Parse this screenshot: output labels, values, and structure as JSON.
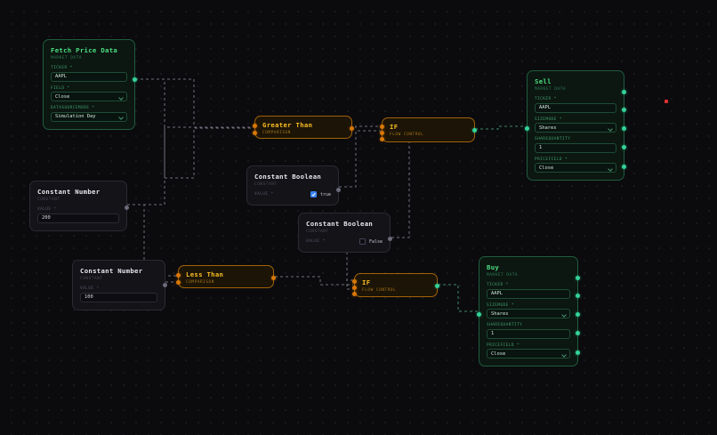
{
  "canvas": {
    "background": "#0b0b0e",
    "grid_color": "#1c1c24"
  },
  "colors": {
    "green": "#4ade80",
    "amber": "#fbbf24",
    "port_green": "#34d399",
    "port_amber": "#d97706",
    "marker_red": "#e03131"
  },
  "nodes": [
    {
      "id": "fetch-price-data",
      "title": "Fetch Price Data",
      "subtitle": "MARKET DATA",
      "fields": [
        {
          "label": "TICKER *",
          "value": "AAPL",
          "type": "text"
        },
        {
          "label": "FIELD *",
          "value": "Close",
          "type": "select"
        },
        {
          "label": "DATASOURCEMODE *",
          "value": "Simulation Day",
          "type": "select"
        }
      ]
    },
    {
      "id": "constant-number-200",
      "title": "Constant Number",
      "subtitle": "CONSTANT",
      "fields": [
        {
          "label": "VALUE *",
          "value": "200",
          "type": "text"
        }
      ]
    },
    {
      "id": "constant-number-100",
      "title": "Constant Number",
      "subtitle": "CONSTANT",
      "fields": [
        {
          "label": "VALUE *",
          "value": "100",
          "type": "text"
        }
      ]
    },
    {
      "id": "constant-boolean-true",
      "title": "Constant Boolean",
      "subtitle": "CONSTANT",
      "fields": [
        {
          "label": "VALUE *",
          "value": "true",
          "type": "checkbox",
          "checked": true
        }
      ]
    },
    {
      "id": "constant-boolean-false",
      "title": "Constant Boolean",
      "subtitle": "CONSTANT",
      "fields": [
        {
          "label": "VALUE *",
          "value": "False",
          "type": "checkbox",
          "checked": false
        }
      ]
    },
    {
      "id": "greater-than",
      "title": "Greater Than",
      "subtitle": "COMPARISON"
    },
    {
      "id": "less-than",
      "title": "Less Than",
      "subtitle": "COMPARISON"
    },
    {
      "id": "if-top",
      "title": "IF",
      "subtitle": "FLOW CONTROL"
    },
    {
      "id": "if-bottom",
      "title": "IF",
      "subtitle": "FLOW CONTROL"
    },
    {
      "id": "sell",
      "title": "Sell",
      "subtitle": "MARKET DATA",
      "fields": [
        {
          "label": "TICKER *",
          "value": "AAPL",
          "type": "text"
        },
        {
          "label": "SIZEMODE *",
          "value": "Shares",
          "type": "select"
        },
        {
          "label": "SHAREQUANTITY",
          "value": "1",
          "type": "text"
        },
        {
          "label": "PRICEFIELD *",
          "value": "Close",
          "type": "select"
        }
      ]
    },
    {
      "id": "buy",
      "title": "Buy",
      "subtitle": "MARKET DATA",
      "fields": [
        {
          "label": "TICKER *",
          "value": "AAPL",
          "type": "text"
        },
        {
          "label": "SIZEMODE *",
          "value": "Shares",
          "type": "select"
        },
        {
          "label": "SHAREQUANTITY",
          "value": "1",
          "type": "text"
        },
        {
          "label": "PRICEFIELD *",
          "value": "Close",
          "type": "select"
        }
      ]
    }
  ]
}
